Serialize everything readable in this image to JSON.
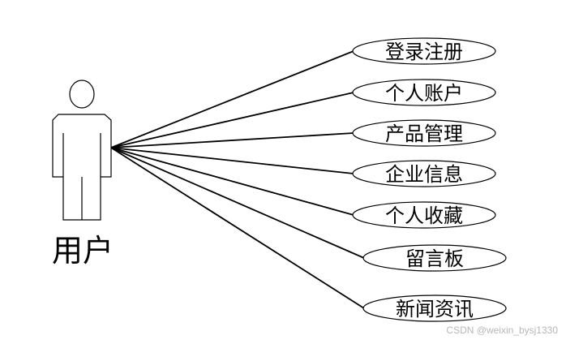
{
  "actor": {
    "label": "用户"
  },
  "use_cases": [
    {
      "id": "login-register",
      "label": "登录注册"
    },
    {
      "id": "personal-account",
      "label": "个人账户"
    },
    {
      "id": "product-management",
      "label": "产品管理"
    },
    {
      "id": "enterprise-info",
      "label": "企业信息"
    },
    {
      "id": "personal-favorites",
      "label": "个人收藏"
    },
    {
      "id": "message-board",
      "label": "留言板"
    },
    {
      "id": "news-info",
      "label": "新闻资讯"
    }
  ],
  "watermark": "CSDN @weixin_bysj1330",
  "colors": {
    "stroke": "#000000",
    "background": "#ffffff",
    "watermark": "#b7b7b7"
  }
}
